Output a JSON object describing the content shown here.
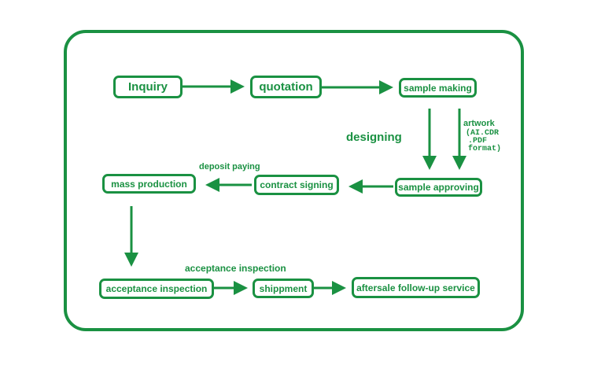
{
  "colors": {
    "accent": "#1a9142",
    "background": "#ffffff"
  },
  "steps": {
    "inquiry": "Inquiry",
    "quotation": "quotation",
    "sample_making": "sample making",
    "sample_approving": "sample approving",
    "contract_signing": "contract signing",
    "mass_production": "mass production",
    "acceptance_inspection": "acceptance inspection",
    "shippment": "shippment",
    "aftersale": "aftersale follow-up service"
  },
  "labels": {
    "designing": "designing",
    "artwork_title": "artwork",
    "artwork_line1": "(AI.CDR",
    "artwork_line2": ".PDF",
    "artwork_line3": "format)",
    "deposit_paying": "deposit paying",
    "acceptance_inspection_note": "acceptance inspection"
  }
}
